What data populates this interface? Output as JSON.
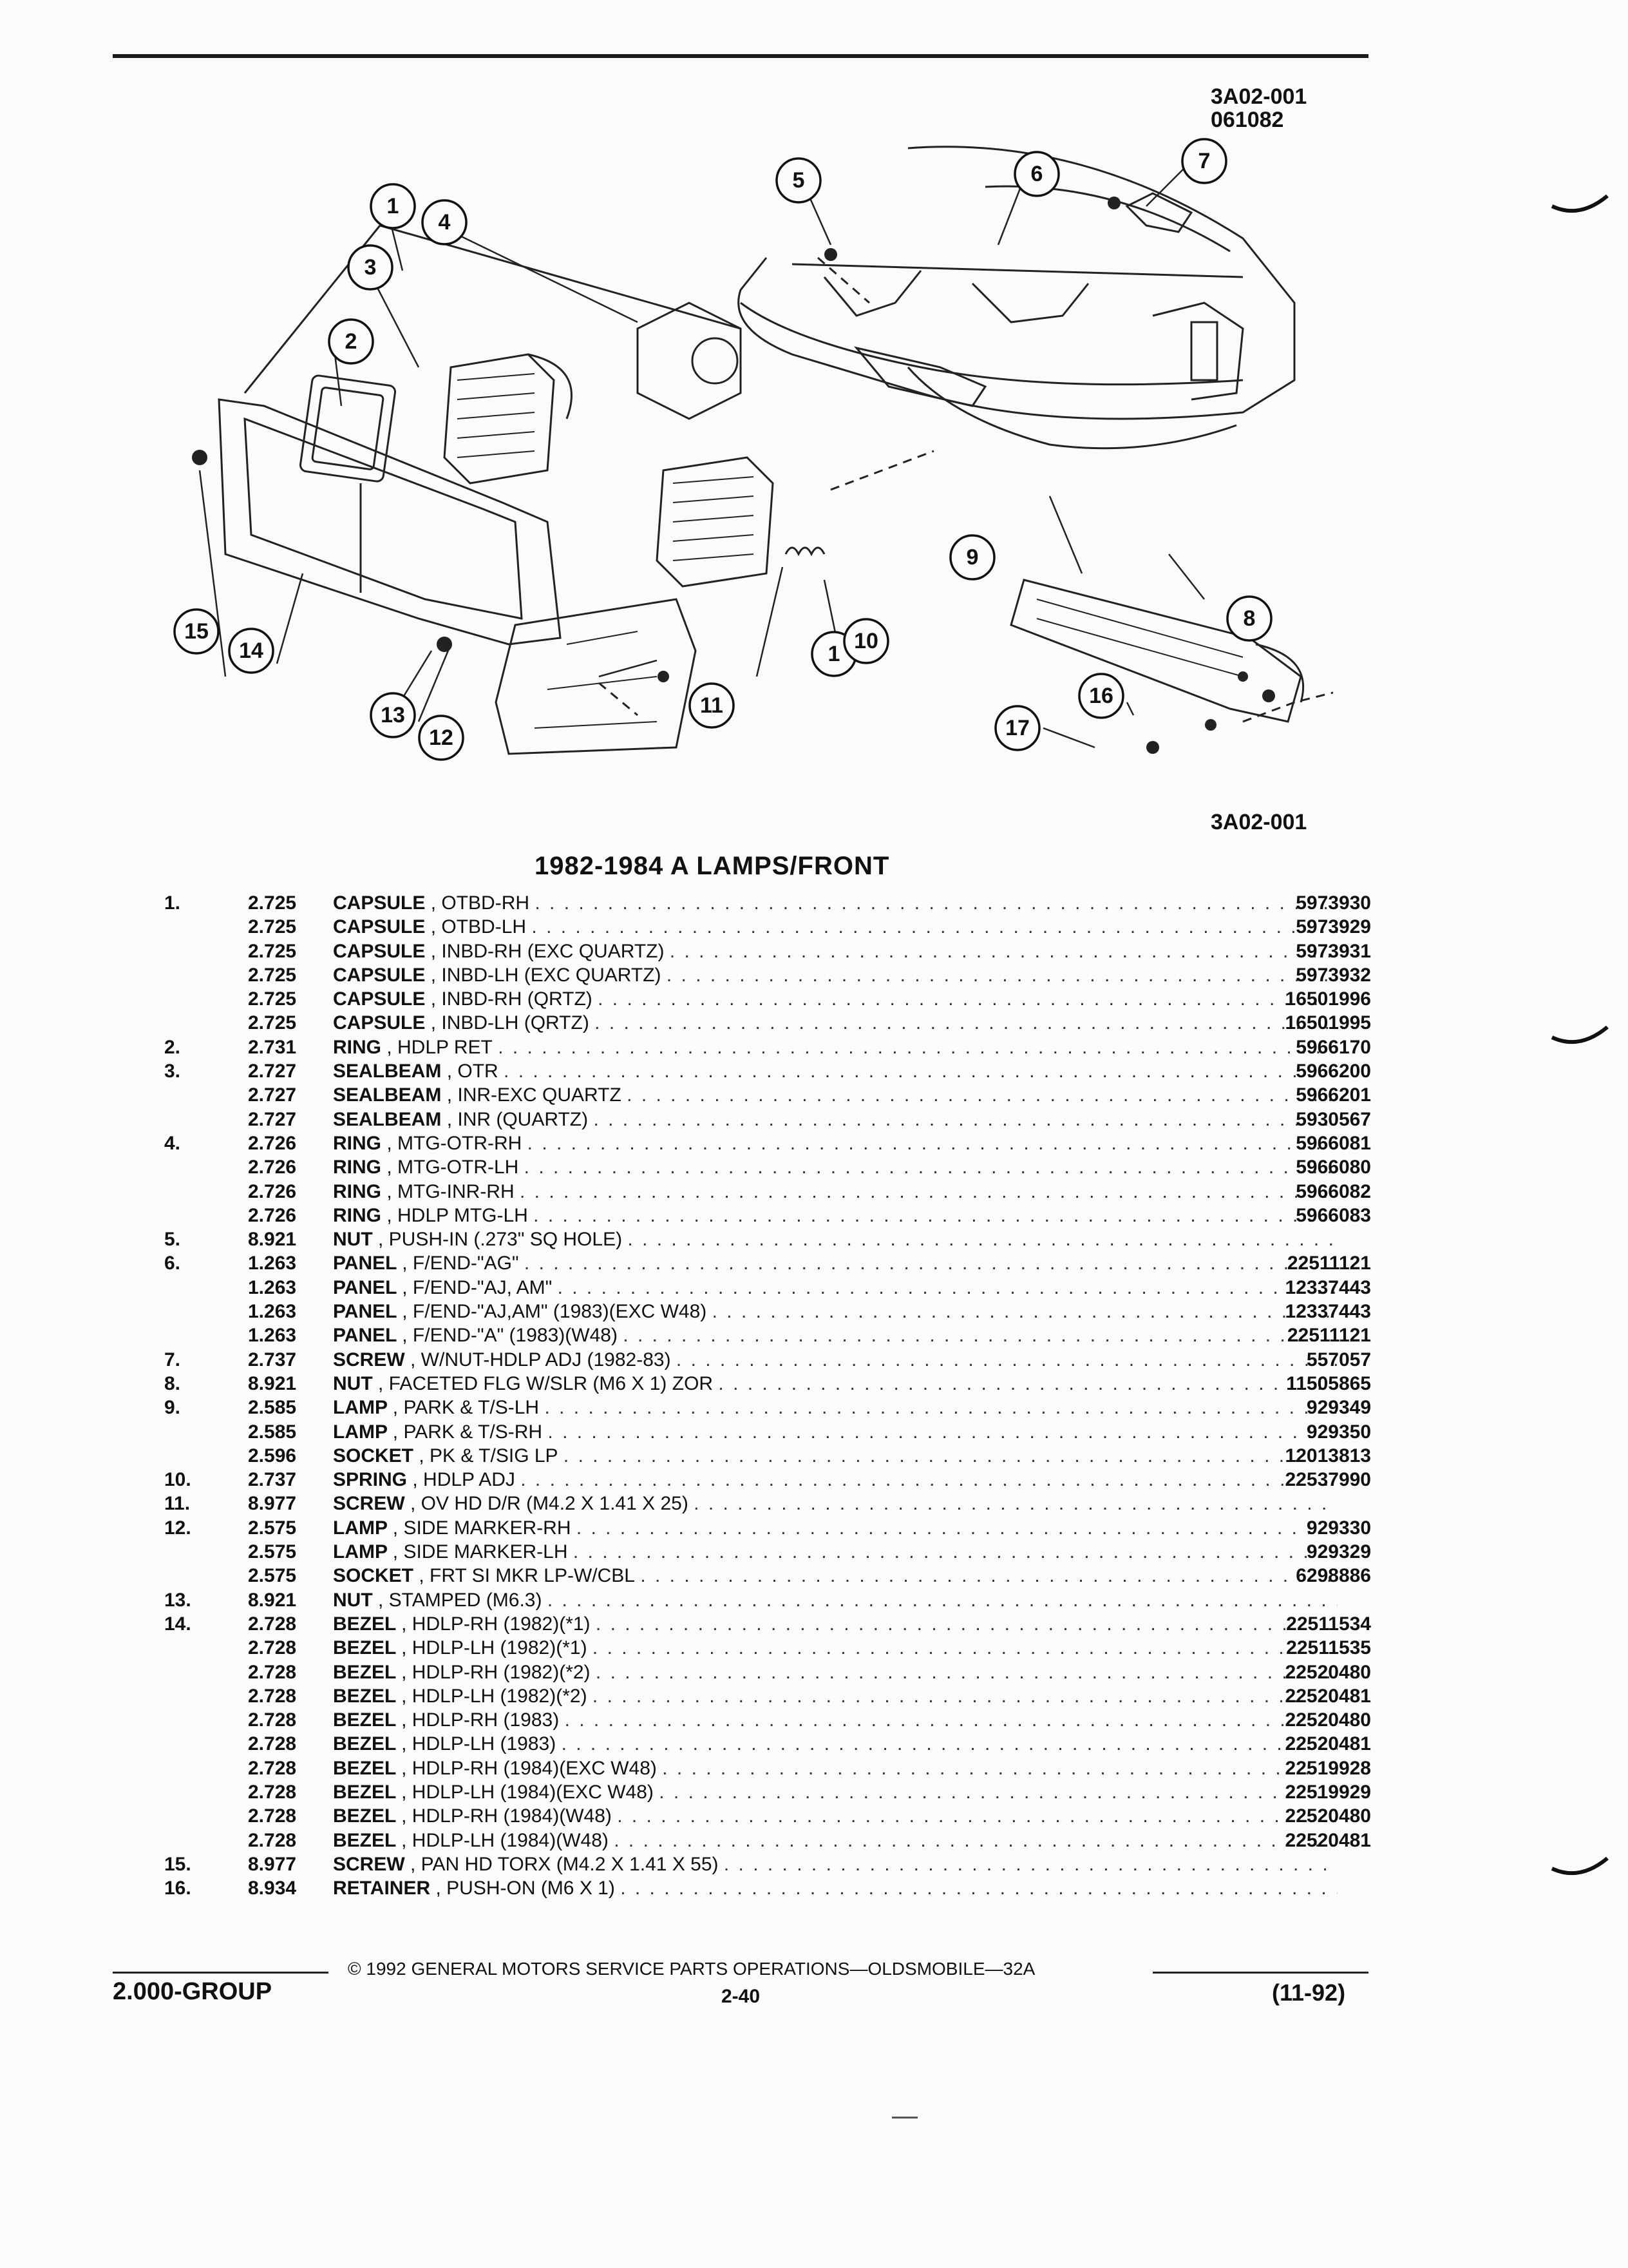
{
  "figure": {
    "code_top": "3A02-001",
    "date_code": "061082",
    "code_bottom": "3A02-001"
  },
  "callouts": [
    "1",
    "2",
    "3",
    "4",
    "5",
    "6",
    "7",
    "8",
    "9",
    "10",
    "11",
    "12",
    "13",
    "14",
    "15",
    "16",
    "17"
  ],
  "section_title": "1982-1984 A LAMPS/FRONT",
  "rows": [
    {
      "item": "1.",
      "grp": "2.725",
      "name": "CAPSULE",
      "spec": ", OTBD-RH",
      "pno": "5973930"
    },
    {
      "item": "",
      "grp": "2.725",
      "name": "CAPSULE",
      "spec": ", OTBD-LH",
      "pno": "5973929"
    },
    {
      "item": "",
      "grp": "2.725",
      "name": "CAPSULE",
      "spec": ", INBD-RH (EXC QUARTZ)",
      "pno": "5973931"
    },
    {
      "item": "",
      "grp": "2.725",
      "name": "CAPSULE",
      "spec": ", INBD-LH (EXC QUARTZ)",
      "pno": "5973932"
    },
    {
      "item": "",
      "grp": "2.725",
      "name": "CAPSULE",
      "spec": ", INBD-RH (QRTZ)",
      "pno": "16501996"
    },
    {
      "item": "",
      "grp": "2.725",
      "name": "CAPSULE",
      "spec": ", INBD-LH (QRTZ)",
      "pno": "16501995"
    },
    {
      "item": "2.",
      "grp": "2.731",
      "name": "RING",
      "spec": ", HDLP RET",
      "pno": "5966170"
    },
    {
      "item": "3.",
      "grp": "2.727",
      "name": "SEALBEAM",
      "spec": ", OTR",
      "pno": "5966200"
    },
    {
      "item": "",
      "grp": "2.727",
      "name": "SEALBEAM",
      "spec": ", INR-EXC QUARTZ",
      "pno": "5966201"
    },
    {
      "item": "",
      "grp": "2.727",
      "name": "SEALBEAM",
      "spec": ", INR (QUARTZ)",
      "pno": "5930567"
    },
    {
      "item": "4.",
      "grp": "2.726",
      "name": "RING",
      "spec": ", MTG-OTR-RH",
      "pno": "5966081"
    },
    {
      "item": "",
      "grp": "2.726",
      "name": "RING",
      "spec": ", MTG-OTR-LH",
      "pno": "5966080"
    },
    {
      "item": "",
      "grp": "2.726",
      "name": "RING",
      "spec": ", MTG-INR-RH",
      "pno": "5966082"
    },
    {
      "item": "",
      "grp": "2.726",
      "name": "RING",
      "spec": ", HDLP MTG-LH",
      "pno": "5966083"
    },
    {
      "item": "5.",
      "grp": "8.921",
      "name": "NUT",
      "spec": ", PUSH-IN (.273\" SQ HOLE)",
      "pno": ""
    },
    {
      "item": "6.",
      "grp": "1.263",
      "name": "PANEL",
      "spec": ", F/END-\"AG\"",
      "pno": "22511121"
    },
    {
      "item": "",
      "grp": "1.263",
      "name": "PANEL",
      "spec": ", F/END-\"AJ, AM\"",
      "pno": "12337443"
    },
    {
      "item": "",
      "grp": "1.263",
      "name": "PANEL",
      "spec": ", F/END-\"AJ,AM\" (1983)(EXC W48)",
      "pno": "12337443"
    },
    {
      "item": "",
      "grp": "1.263",
      "name": "PANEL",
      "spec": ", F/END-\"A\" (1983)(W48)",
      "pno": "22511121"
    },
    {
      "item": "7.",
      "grp": "2.737",
      "name": "SCREW",
      "spec": ", W/NUT-HDLP ADJ (1982-83)",
      "pno": "557057"
    },
    {
      "item": "8.",
      "grp": "8.921",
      "name": "NUT",
      "spec": ", FACETED FLG W/SLR (M6 X 1) ZOR",
      "pno": "11505865"
    },
    {
      "item": "9.",
      "grp": "2.585",
      "name": "LAMP",
      "spec": ", PARK & T/S-LH",
      "pno": "929349"
    },
    {
      "item": "",
      "grp": "2.585",
      "name": "LAMP",
      "spec": ", PARK & T/S-RH",
      "pno": "929350"
    },
    {
      "item": "",
      "grp": "2.596",
      "name": "SOCKET",
      "spec": ", PK & T/SIG LP",
      "pno": "12013813"
    },
    {
      "item": "10.",
      "grp": "2.737",
      "name": "SPRING",
      "spec": ", HDLP ADJ",
      "pno": "22537990"
    },
    {
      "item": "11.",
      "grp": "8.977",
      "name": "SCREW",
      "spec": ", OV HD D/R (M4.2 X 1.41 X 25)",
      "pno": ""
    },
    {
      "item": "12.",
      "grp": "2.575",
      "name": "LAMP",
      "spec": ", SIDE MARKER-RH",
      "pno": "929330"
    },
    {
      "item": "",
      "grp": "2.575",
      "name": "LAMP",
      "spec": ", SIDE MARKER-LH",
      "pno": "929329"
    },
    {
      "item": "",
      "grp": "2.575",
      "name": "SOCKET",
      "spec": ", FRT SI MKR LP-W/CBL",
      "pno": "6298886"
    },
    {
      "item": "13.",
      "grp": "8.921",
      "name": "NUT",
      "spec": ", STAMPED (M6.3)",
      "pno": ""
    },
    {
      "item": "14.",
      "grp": "2.728",
      "name": "BEZEL",
      "spec": ", HDLP-RH (1982)(*1)",
      "pno": "22511534"
    },
    {
      "item": "",
      "grp": "2.728",
      "name": "BEZEL",
      "spec": ", HDLP-LH (1982)(*1)",
      "pno": "22511535"
    },
    {
      "item": "",
      "grp": "2.728",
      "name": "BEZEL",
      "spec": ", HDLP-RH (1982)(*2)",
      "pno": "22520480"
    },
    {
      "item": "",
      "grp": "2.728",
      "name": "BEZEL",
      "spec": ", HDLP-LH (1982)(*2)",
      "pno": "22520481"
    },
    {
      "item": "",
      "grp": "2.728",
      "name": "BEZEL",
      "spec": ", HDLP-RH (1983)",
      "pno": "22520480"
    },
    {
      "item": "",
      "grp": "2.728",
      "name": "BEZEL",
      "spec": ", HDLP-LH (1983)",
      "pno": "22520481"
    },
    {
      "item": "",
      "grp": "2.728",
      "name": "BEZEL",
      "spec": ", HDLP-RH (1984)(EXC W48)",
      "pno": "22519928"
    },
    {
      "item": "",
      "grp": "2.728",
      "name": "BEZEL",
      "spec": ", HDLP-LH (1984)(EXC W48)",
      "pno": "22519929"
    },
    {
      "item": "",
      "grp": "2.728",
      "name": "BEZEL",
      "spec": ", HDLP-RH (1984)(W48)",
      "pno": "22520480"
    },
    {
      "item": "",
      "grp": "2.728",
      "name": "BEZEL",
      "spec": ", HDLP-LH (1984)(W48)",
      "pno": "22520481"
    },
    {
      "item": "15.",
      "grp": "8.977",
      "name": "SCREW",
      "spec": ", PAN HD TORX (M4.2 X 1.41 X 55)",
      "pno": ""
    },
    {
      "item": "16.",
      "grp": "8.934",
      "name": "RETAINER",
      "spec": ", PUSH-ON (M6 X 1)",
      "pno": ""
    }
  ],
  "footer": {
    "copyright": "© 1992 GENERAL MOTORS SERVICE PARTS OPERATIONS—OLDSMOBILE—32A",
    "group": "2.000-GROUP",
    "page": "2-40",
    "date": "(11-92)"
  }
}
